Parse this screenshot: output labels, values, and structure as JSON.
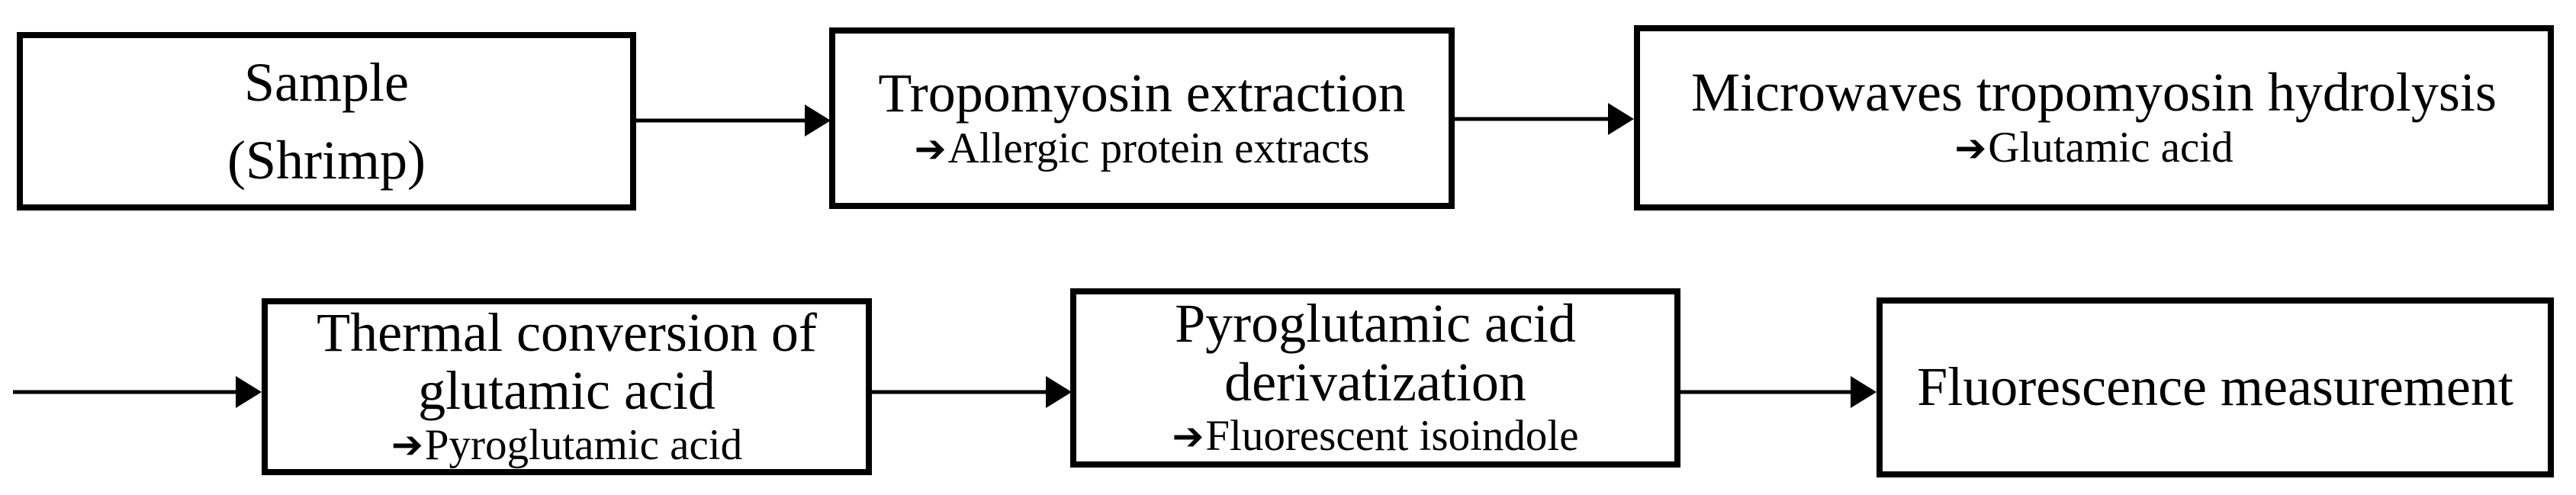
{
  "figure": {
    "type": "flowchart",
    "background_color": "#ffffff",
    "ink_color": "#000000",
    "arrow_glyph": "➔",
    "boxes": {
      "sample": {
        "line1": "Sample",
        "line2": "(Shrimp)"
      },
      "extraction": {
        "line1": "Tropomyosin extraction",
        "result": "Allergic protein extracts"
      },
      "hydrolysis": {
        "line1": "Microwaves tropomyosin hydrolysis",
        "result": "Glutamic acid"
      },
      "conversion": {
        "line1": "Thermal conversion of",
        "line2": "glutamic acid",
        "result": "Pyroglutamic acid"
      },
      "derivatization": {
        "line1": "Pyroglutamic acid",
        "line2": "derivatization",
        "result": "Fluorescent isoindole"
      },
      "measurement": {
        "line1": "Fluorescence measurement"
      }
    },
    "flow_order": "Sample (Shrimp) → Tropomyosin extraction → Microwaves tropomyosin hydrolysis → Thermal conversion of glutamic acid → Pyroglutamic acid derivatization → Fluorescence measurement"
  }
}
